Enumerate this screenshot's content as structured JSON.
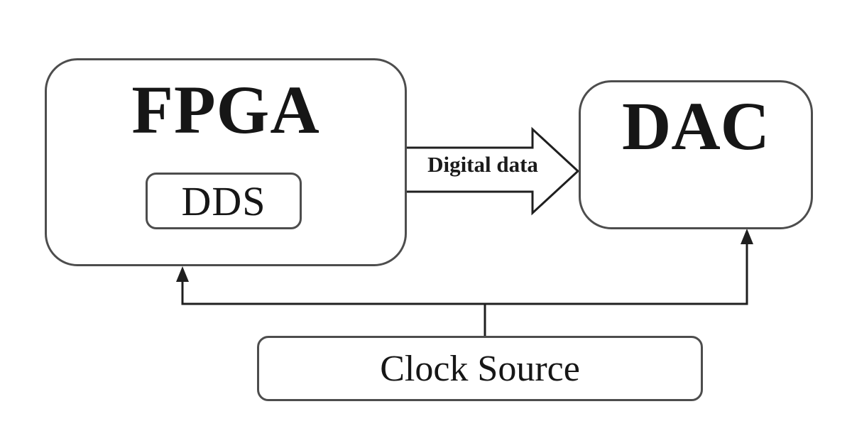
{
  "diagram": {
    "nodes": {
      "fpga": {
        "label": "FPGA"
      },
      "dds": {
        "label": "DDS"
      },
      "dac": {
        "label": "DAC"
      },
      "clock_source": {
        "label": "Clock Source"
      }
    },
    "connections": [
      {
        "from": "fpga",
        "to": "dac",
        "label": "Digital data",
        "type": "block-arrow"
      },
      {
        "from": "clock_source",
        "to": "fpga",
        "label": "",
        "type": "arrow"
      },
      {
        "from": "clock_source",
        "to": "dac",
        "label": "",
        "type": "arrow"
      }
    ],
    "colors": {
      "background": "#ffffff",
      "box_border": "#4d4d4d",
      "line": "#1f1f1f",
      "text": "#161616"
    }
  }
}
